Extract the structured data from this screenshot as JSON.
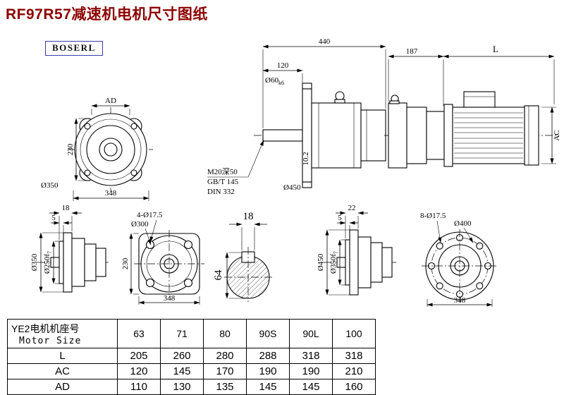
{
  "page": {
    "title": "RF97R57减速机电机尺寸图纸",
    "logo": "BOSERL"
  },
  "drawing": {
    "front_flange_view": {
      "ad": "AD",
      "outer_dia": "Ø350",
      "height": "230",
      "width": "348"
    },
    "side_view": {
      "total_length": "440",
      "shaft_length": "120",
      "shaft_dia": "Ø60",
      "shaft_fit": "k6",
      "key_depth": "10.2",
      "tapped_hole": "M20深50",
      "standard_1": "GB/T 145",
      "standard_2": "DIN 332",
      "flange_dia": "Ø450"
    },
    "motor_view": {
      "adapter_length": "187",
      "motor_length": "L",
      "motor_height": "AC"
    },
    "flange_side_small": {
      "flange_thickness": "18",
      "spigot_depth": "5",
      "flange_dia": "Ø350",
      "spigot_dia": "Ø250f",
      "spigot_fit": "7"
    },
    "foot_flange_front": {
      "bolt_holes": "4-Ø17.5",
      "bore_dia": "Ø300",
      "height": "230",
      "width": "348"
    },
    "shaft_section": {
      "key_width": "18",
      "key_height": "64"
    },
    "flange_side_large": {
      "flange_thickness": "22",
      "spigot_depth": "5",
      "flange_dia": "Ø450",
      "spigot_dia": "Ø350f",
      "spigot_fit": "7"
    },
    "round_flange_front": {
      "bolt_holes": "8-Ø17.5",
      "bolt_circle_dia": "Ø400",
      "width": "348"
    }
  },
  "table": {
    "header": {
      "line1": "YE2电机机座号",
      "line2": "Motor Size"
    },
    "frame_sizes": [
      "63",
      "71",
      "80",
      "90S",
      "90L",
      "100"
    ],
    "rows": [
      {
        "label": "L",
        "values": [
          "205",
          "260",
          "280",
          "288",
          "318",
          "318"
        ]
      },
      {
        "label": "AC",
        "values": [
          "120",
          "145",
          "170",
          "190",
          "190",
          "210"
        ]
      },
      {
        "label": "AD",
        "values": [
          "110",
          "130",
          "135",
          "145",
          "145",
          "160"
        ]
      }
    ]
  },
  "colors": {
    "title_text": "#8b0000",
    "logo_border": "#3b3bb0",
    "line_color": "#000000",
    "background": "#ffffff"
  }
}
